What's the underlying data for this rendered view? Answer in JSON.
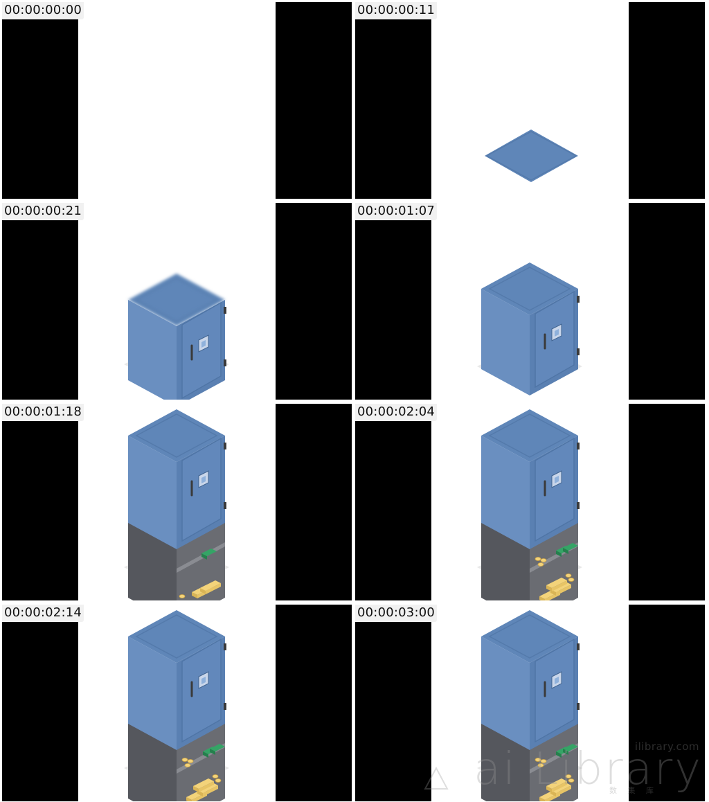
{
  "frames": [
    {
      "timecode": "00:00:00:00",
      "stage": "empty"
    },
    {
      "timecode": "00:00:00:11",
      "stage": "plate"
    },
    {
      "timecode": "00:00:00:21",
      "stage": "safe-rising"
    },
    {
      "timecode": "00:00:01:07",
      "stage": "safe"
    },
    {
      "timecode": "00:00:01:18",
      "stage": "cabinet-partial"
    },
    {
      "timecode": "00:00:02:04",
      "stage": "cabinet-full"
    },
    {
      "timecode": "00:00:02:14",
      "stage": "cabinet-full"
    },
    {
      "timecode": "00:00:03:00",
      "stage": "cabinet-full"
    }
  ],
  "watermark": {
    "url": "ilibrary.com",
    "brand": "ai Library",
    "cn": "数 集 库"
  },
  "colors": {
    "letterbox": "#000000",
    "canvas": "#ffffff",
    "safe_top": "#5f86b8",
    "safe_left": "#6a8fc0",
    "safe_right": "#5a80b2",
    "cabinet_left": "#55575d",
    "cabinet_right": "#6a6c72",
    "gold": "#f3d37a",
    "cash": "#35a466",
    "shadow": "#e8e8e8"
  }
}
